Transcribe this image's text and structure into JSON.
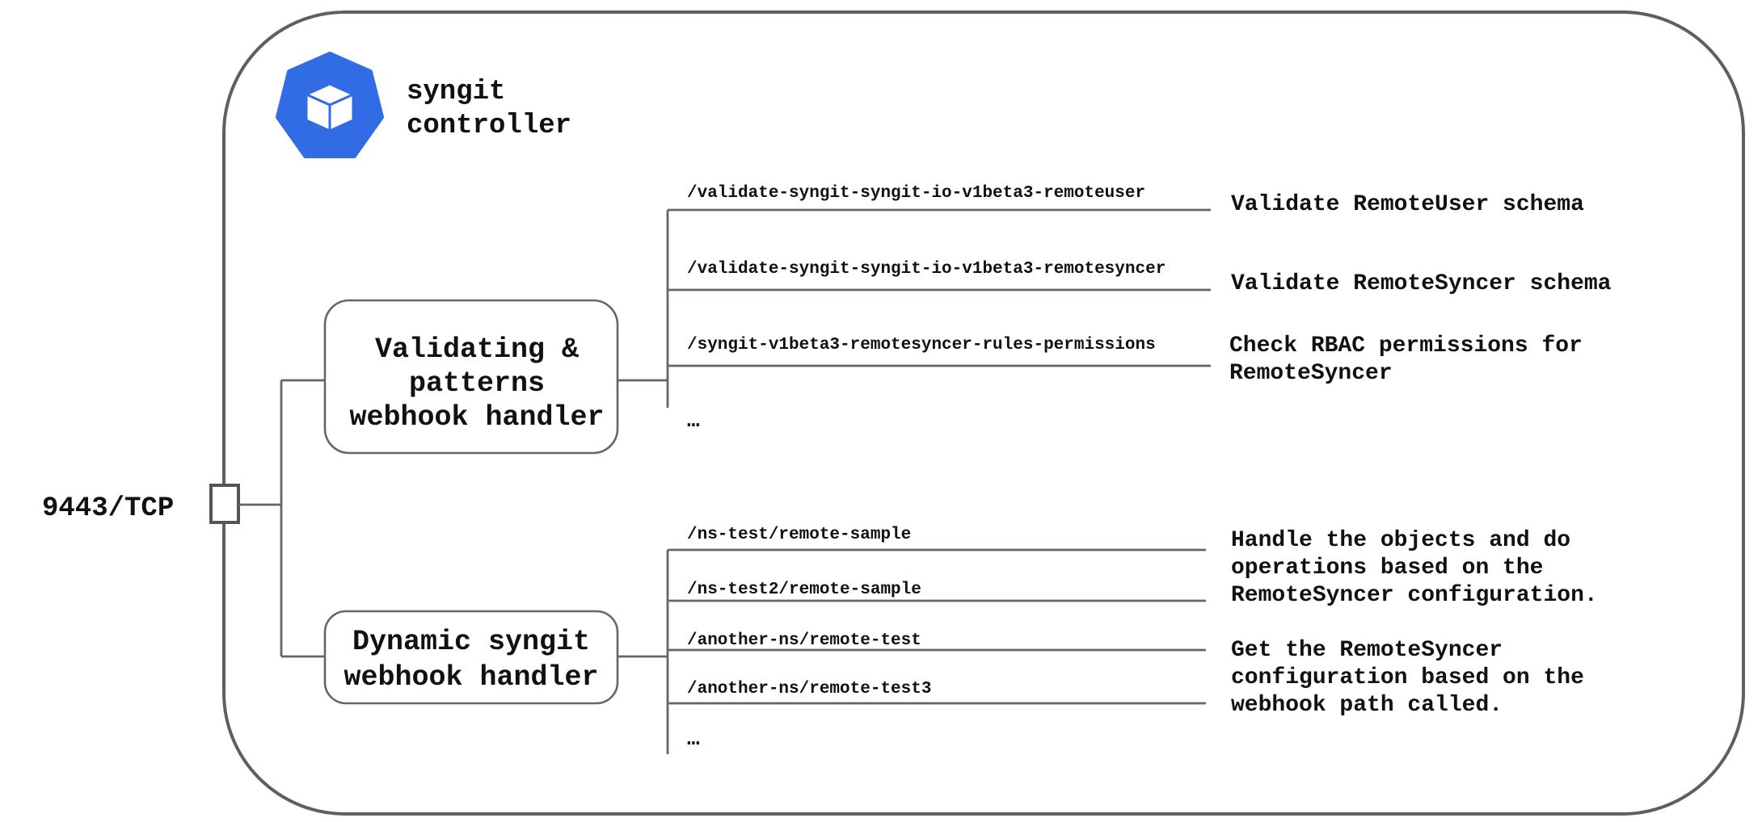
{
  "controller": {
    "title_line1": "syngit",
    "title_line2": "controller",
    "logo_icon": "kubernetes-cube-icon",
    "logo_color": "#326ce5"
  },
  "port": {
    "label": "9443/TCP"
  },
  "validating_handler": {
    "line1": "Validating &",
    "line2": "patterns",
    "line3": "webhook handler",
    "paths": [
      "/validate-syngit-syngit-io-v1beta3-remoteuser",
      "/validate-syngit-syngit-io-v1beta3-remotesyncer",
      "/syngit-v1beta3-remotesyncer-rules-permissions"
    ],
    "ellipsis": "…",
    "descriptions": [
      {
        "line1": "Validate RemoteUser schema"
      },
      {
        "line1": "Validate RemoteSyncer schema"
      },
      {
        "line1": "Check RBAC permissions for",
        "line2": "RemoteSyncer"
      }
    ]
  },
  "dynamic_handler": {
    "line1": "Dynamic syngit",
    "line2": "webhook handler",
    "paths": [
      "/ns-test/remote-sample",
      "/ns-test2/remote-sample",
      "/another-ns/remote-test",
      "/another-ns/remote-test3"
    ],
    "ellipsis": "…",
    "descriptions": [
      {
        "line1": "Handle the objects and do",
        "line2": "operations based on the",
        "line3": "RemoteSyncer configuration."
      },
      {
        "line1": "Get the RemoteSyncer",
        "line2": "configuration based on the",
        "line3": "webhook path called."
      }
    ]
  }
}
